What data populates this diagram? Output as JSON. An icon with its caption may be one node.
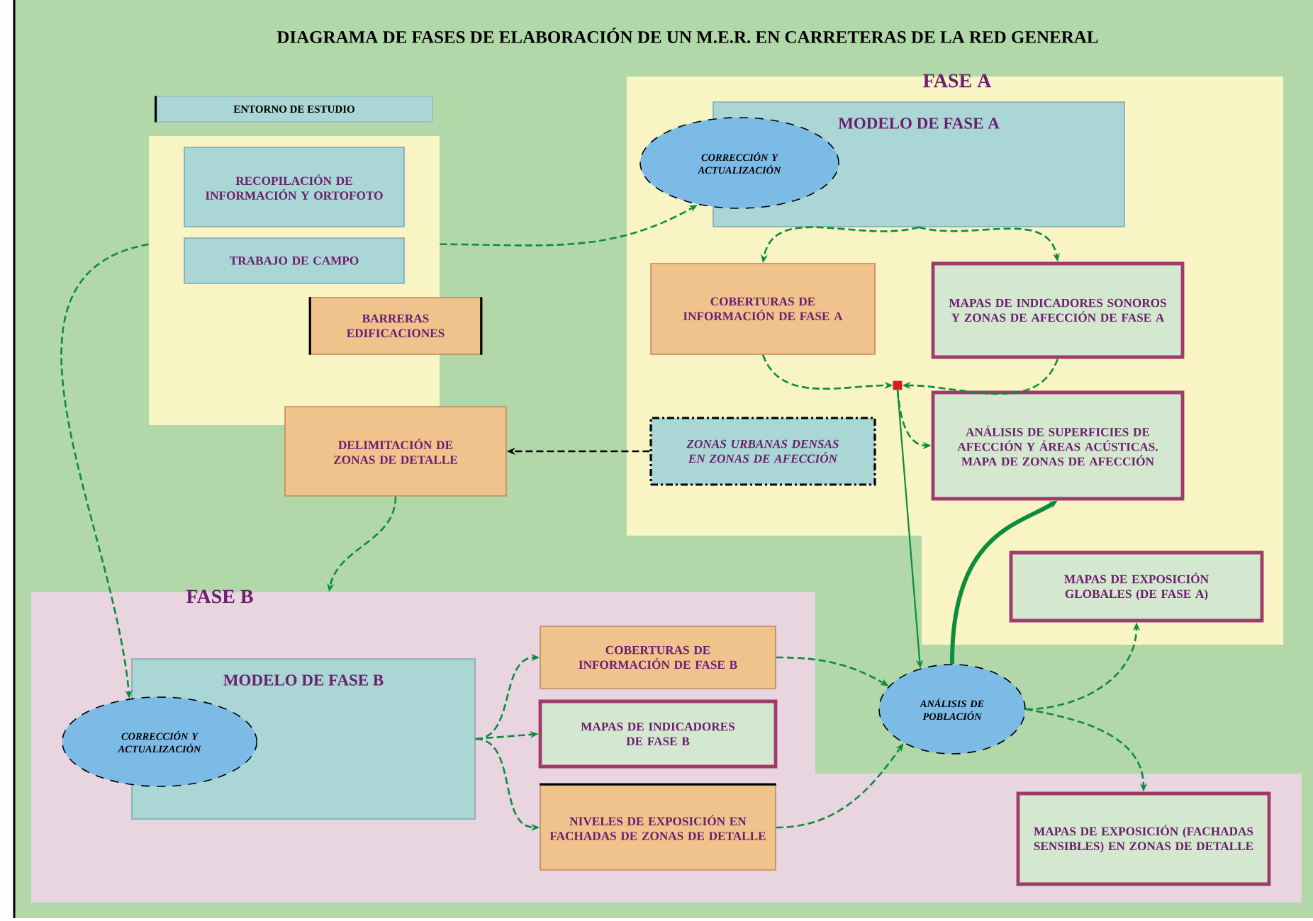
{
  "diagram": {
    "title": "DIAGRAMA DE FASES DE ELABORACIÓN DE UN M.E.R. EN CARRETERAS DE LA RED GENERAL",
    "nodes": [
      {
        "text": [
          "ENTORNO DE ESTUDIO"
        ]
      },
      {
        "text": [
          "RECOPILACIÓN DE INFORMACIÓN Y ORTOFOTO"
        ],
        "in": 0
      },
      {
        "text": [
          "TRABAJO DE CAMPO"
        ],
        "in": 0
      },
      {
        "text": [
          "BARRERAS EDIFICACIONES"
        ]
      },
      {
        "text": [
          "FASE A"
        ]
      },
      {
        "text": [
          "MODELO DE FASE A"
        ],
        "in": 4
      },
      {
        "text": [
          "CORRECCIÓN Y ACTUALIZACIÓN"
        ],
        "in": 4
      },
      {
        "text": [
          "COBERTURAS DE INFORMACIÓN DE FASE A"
        ],
        "in": 4
      },
      {
        "text": [
          "MAPAS DE INDICADORES SONOROS Y ZONAS DE AFECCIÓN DE FASE A"
        ],
        "in": 4
      },
      {
        "text": [],
        "shape": "box",
        "in": 4
      },
      {
        "text": [
          "ANÁLISIS DE SUPERFICIES DE AFECCIÓN Y ÁREAS ACÚSTICAS. MAPA DE ZONAS DE AFECCIÓN"
        ],
        "in": 4
      },
      {
        "text": [
          "ZONAS URBANAS DENSAS EN ZONAS DE AFECCIÓN"
        ],
        "in": 4
      },
      {
        "text": [
          "MAPAS DE EXPOSICIÓN GLOBALES (DE FASE A)"
        ],
        "in": 4
      },
      {
        "text": [
          "DELIMITACIÓN DE ZONAS DE DETALLE"
        ]
      },
      {
        "text": [
          "FASE B"
        ]
      },
      {
        "text": [
          "MODELO DE FASE B"
        ],
        "in": 14
      },
      {
        "text": [
          "CORRECCIÓN Y ACTUALIZACIÓN"
        ],
        "in": 14
      },
      {
        "text": [
          "COBERTURAS DE INFORMACIÓN DE FASE B"
        ],
        "in": 14
      },
      {
        "text": [
          "MAPAS DE INDICADORES DE FASE B"
        ],
        "in": 14
      },
      {
        "text": [
          "NIVELES DE EXPOSICIÓN EN FACHADAS DE ZONAS DE DETALLE"
        ],
        "in": 14
      },
      {
        "text": [
          "ANÁLISIS DE POBLACIÓN"
        ]
      },
      {
        "text": [
          "MAPAS DE EXPOSICIÓN (FACHADAS SENSIBLES) EN ZONAS DE DETALLE"
        ],
        "in": 14
      }
    ],
    "edges": [
      {
        "from": 0,
        "to": 6,
        "arrow": "to",
        "style": "dashed"
      },
      {
        "from": 0,
        "to": 16,
        "arrow": "to",
        "style": "dashed"
      },
      {
        "from": 5,
        "to": 7,
        "arrow": "to",
        "style": "dashed"
      },
      {
        "from": 5,
        "to": 8,
        "arrow": "to",
        "style": "dashed"
      },
      {
        "from": 7,
        "to": 9,
        "arrow": "to",
        "style": "dashed"
      },
      {
        "from": 8,
        "to": 9,
        "arrow": "to",
        "style": "dashed"
      },
      {
        "from": 9,
        "to": 10,
        "arrow": "to",
        "style": "dashed"
      },
      {
        "from": 9,
        "to": 20,
        "arrow": "to"
      },
      {
        "from": 11,
        "to": 13,
        "arrow": "to",
        "style": "dashed",
        "color": "#000000"
      },
      {
        "from": 13,
        "to": 14,
        "arrow": "to",
        "style": "dashed"
      },
      {
        "from": 15,
        "to": 17,
        "arrow": "to",
        "style": "dashed"
      },
      {
        "from": 15,
        "to": 18,
        "arrow": "to",
        "style": "dashed"
      },
      {
        "from": 15,
        "to": 19,
        "arrow": "to",
        "style": "dashed"
      },
      {
        "from": 17,
        "to": 20,
        "arrow": "to",
        "style": "dashed"
      },
      {
        "from": 19,
        "to": 20,
        "arrow": "to",
        "style": "dashed"
      },
      {
        "from": 20,
        "to": 10,
        "arrow": "to",
        "style": "thick"
      },
      {
        "from": 20,
        "to": 12,
        "arrow": "to",
        "style": "dashed"
      },
      {
        "from": 20,
        "to": 21,
        "arrow": "to",
        "style": "dashed"
      }
    ]
  }
}
